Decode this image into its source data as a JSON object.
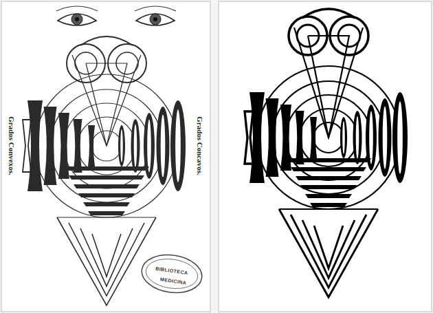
{
  "diagram": {
    "labels": [
      "Grados Convexos.",
      "Grados Concavos.",
      "BIBLIOTECA",
      "MEDICINA"
    ]
  }
}
